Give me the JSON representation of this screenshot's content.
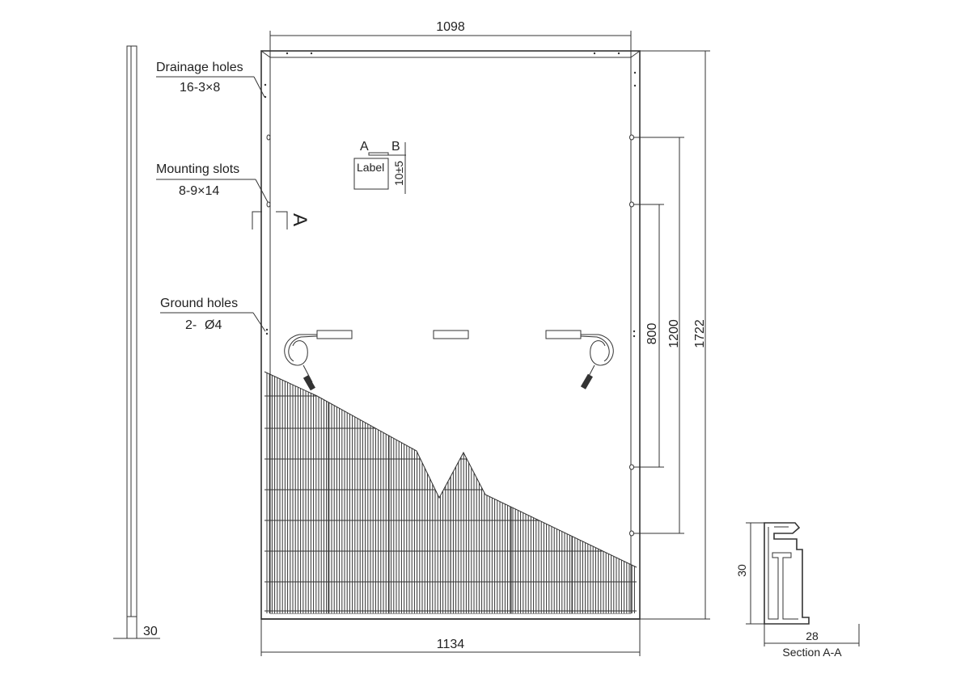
{
  "dimensions": {
    "top_width": "1098",
    "bottom_width": "1134",
    "height_total": "1722",
    "height_1200": "1200",
    "height_800": "800",
    "side_thickness": "30",
    "section_height": "30",
    "section_width": "28",
    "label_tolerance": "10±5"
  },
  "callouts": {
    "drainage_title": "Drainage holes",
    "drainage_spec": "16-3×8",
    "mounting_title": "Mounting slots",
    "mounting_spec": "8-9×14",
    "ground_title": "Ground holes",
    "ground_spec_prefix": "2-",
    "ground_spec_value": "Ø4"
  },
  "label_box": {
    "letter_a": "A",
    "letter_b": "B",
    "text": "Label"
  },
  "section": {
    "marker": "A",
    "caption": "Section A-A"
  }
}
